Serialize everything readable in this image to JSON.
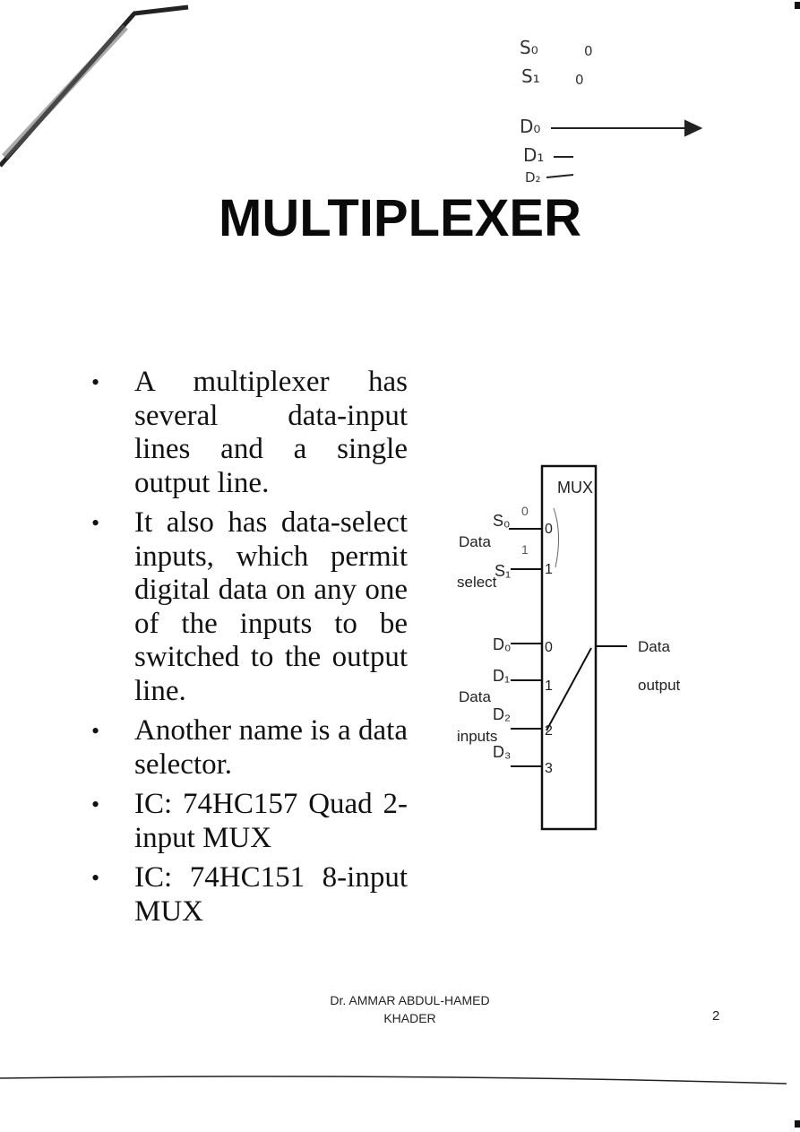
{
  "handwritten_notes": {
    "s0": "S₀",
    "s0_val": "0",
    "s1": "S₁",
    "s1_val": "0",
    "d0": "D₀",
    "d1": "D₁",
    "d2": "D₂"
  },
  "title": "MULTIPLEXER",
  "bullets": [
    {
      "text": "A multiplexer has several data-input lines and a single output line."
    },
    {
      "text": "It also has data-select inputs, which permit digital data on any one of the inputs to be switched to the output line."
    },
    {
      "text": "Another name is a data selector."
    },
    {
      "text": "IC: 74HC157 Quad 2-input MUX"
    },
    {
      "text": "IC: 74HC151 8-input MUX"
    }
  ],
  "diagram": {
    "block_label": "MUX",
    "select_group_label_1": "Data",
    "select_group_label_2": "select",
    "select_inputs": [
      "S₀",
      "S₁"
    ],
    "select_pins": [
      "0",
      "1"
    ],
    "select_annotations": [
      "0",
      "1"
    ],
    "data_group_label_1": "Data",
    "data_group_label_2": "inputs",
    "data_inputs": [
      "D₀",
      "D₁",
      "D₂",
      "D₃"
    ],
    "data_pins": [
      "0",
      "1",
      "2",
      "3"
    ],
    "output_label_1": "Data",
    "output_label_2": "output"
  },
  "footer": {
    "author_line1": "Dr. AMMAR ABDUL-HAMED",
    "author_line2": "KHADER",
    "page_number": "2"
  }
}
